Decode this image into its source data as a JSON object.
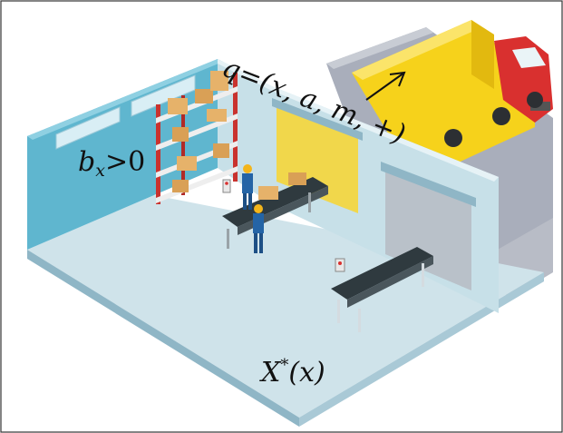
{
  "labels": {
    "buffer_condition": "b",
    "buffer_sub": "x",
    "buffer_rest": ">0",
    "query_lhs": "q",
    "query_eq": "=",
    "query_tuple": "(x, a, m, +)",
    "policy_X": "X",
    "policy_star": "*",
    "policy_arg": "(x)"
  },
  "colors": {
    "floor": "#cfe3ea",
    "floor_edge": "#8fb6c6",
    "wall_left": "#5fb6cf",
    "wall_back": "#c7e0e8",
    "truck_yellow": "#f6d21b",
    "truck_red": "#d9302f",
    "road": "#a3a8b4",
    "rack_red": "#c9322e",
    "box": "#e6b26a",
    "conveyor": "#2f3a3f",
    "worker_blue": "#2464a6",
    "helmet": "#f3b51b"
  }
}
